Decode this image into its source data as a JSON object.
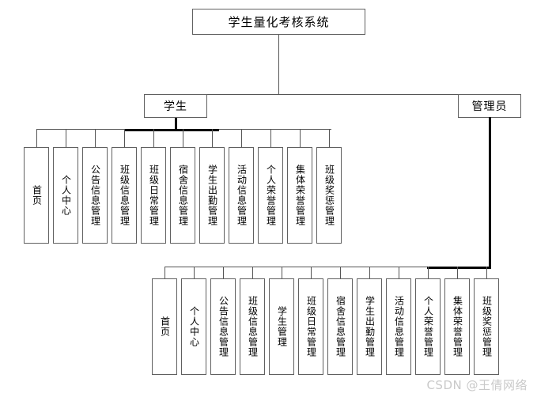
{
  "diagram": {
    "title": "学生量化考核系统",
    "root": {
      "label": "学生量化考核系统"
    },
    "branches": [
      {
        "key": "student",
        "label": "学生"
      },
      {
        "key": "admin",
        "label": "管理员"
      }
    ],
    "student_modules": [
      {
        "label": "首页"
      },
      {
        "label": "个人中心"
      },
      {
        "label": "公告信息管理"
      },
      {
        "label": "班级信息管理"
      },
      {
        "label": "班级日常管理"
      },
      {
        "label": "宿舍信息管理"
      },
      {
        "label": "学生出勤管理"
      },
      {
        "label": "活动信息管理"
      },
      {
        "label": "个人荣誉管理"
      },
      {
        "label": "集体荣誉管理"
      },
      {
        "label": "班级奖惩管理"
      }
    ],
    "admin_modules": [
      {
        "label": "首页"
      },
      {
        "label": "个人中心"
      },
      {
        "label": "公告信息管理"
      },
      {
        "label": "班级信息管理"
      },
      {
        "label": "学生管理"
      },
      {
        "label": "班级日常管理"
      },
      {
        "label": "宿舍信息管理"
      },
      {
        "label": "学生出勤管理"
      },
      {
        "label": "活动信息管理"
      },
      {
        "label": "个人荣誉管理"
      },
      {
        "label": "集体荣誉管理"
      },
      {
        "label": "班级奖惩管理"
      }
    ]
  },
  "watermark": {
    "text": "CSDN @王倩网络"
  },
  "colors": {
    "background": "#ffffff",
    "box_border": "#606060",
    "connector": "#555555",
    "connector_emphasis": "#000000",
    "text": "#000000",
    "watermark": "#c9c9c9"
  }
}
